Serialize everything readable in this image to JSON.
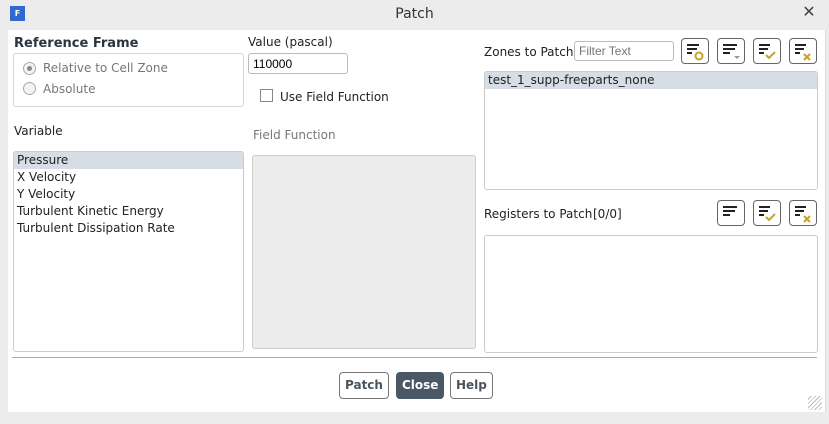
{
  "window": {
    "title": "Patch",
    "app_icon": "F"
  },
  "reference_frame": {
    "label": "Reference Frame",
    "options": [
      {
        "label": "Relative to Cell Zone",
        "selected": true
      },
      {
        "label": "Absolute",
        "selected": false
      }
    ]
  },
  "value": {
    "label": "Value (pascal)",
    "value": "110000"
  },
  "use_field_function": {
    "label": "Use Field Function",
    "checked": false
  },
  "field_function": {
    "label": "Field Function"
  },
  "variable": {
    "label": "Variable",
    "items": [
      "Pressure",
      "X Velocity",
      "Y Velocity",
      "Turbulent Kinetic Energy",
      "Turbulent Dissipation Rate"
    ],
    "selected": 0
  },
  "zones": {
    "label": "Zones to Patch",
    "filter_placeholder": "Filter Text",
    "items": [
      "test_1_supp-freeparts_none"
    ]
  },
  "registers": {
    "label": "Registers to Patch",
    "count": "[0/0]"
  },
  "buttons": {
    "patch": "Patch",
    "close": "Close",
    "help": "Help"
  },
  "colors": {
    "accent": "#c9a227",
    "primary_button": "#4a5866",
    "selection": "#d7dde4"
  }
}
